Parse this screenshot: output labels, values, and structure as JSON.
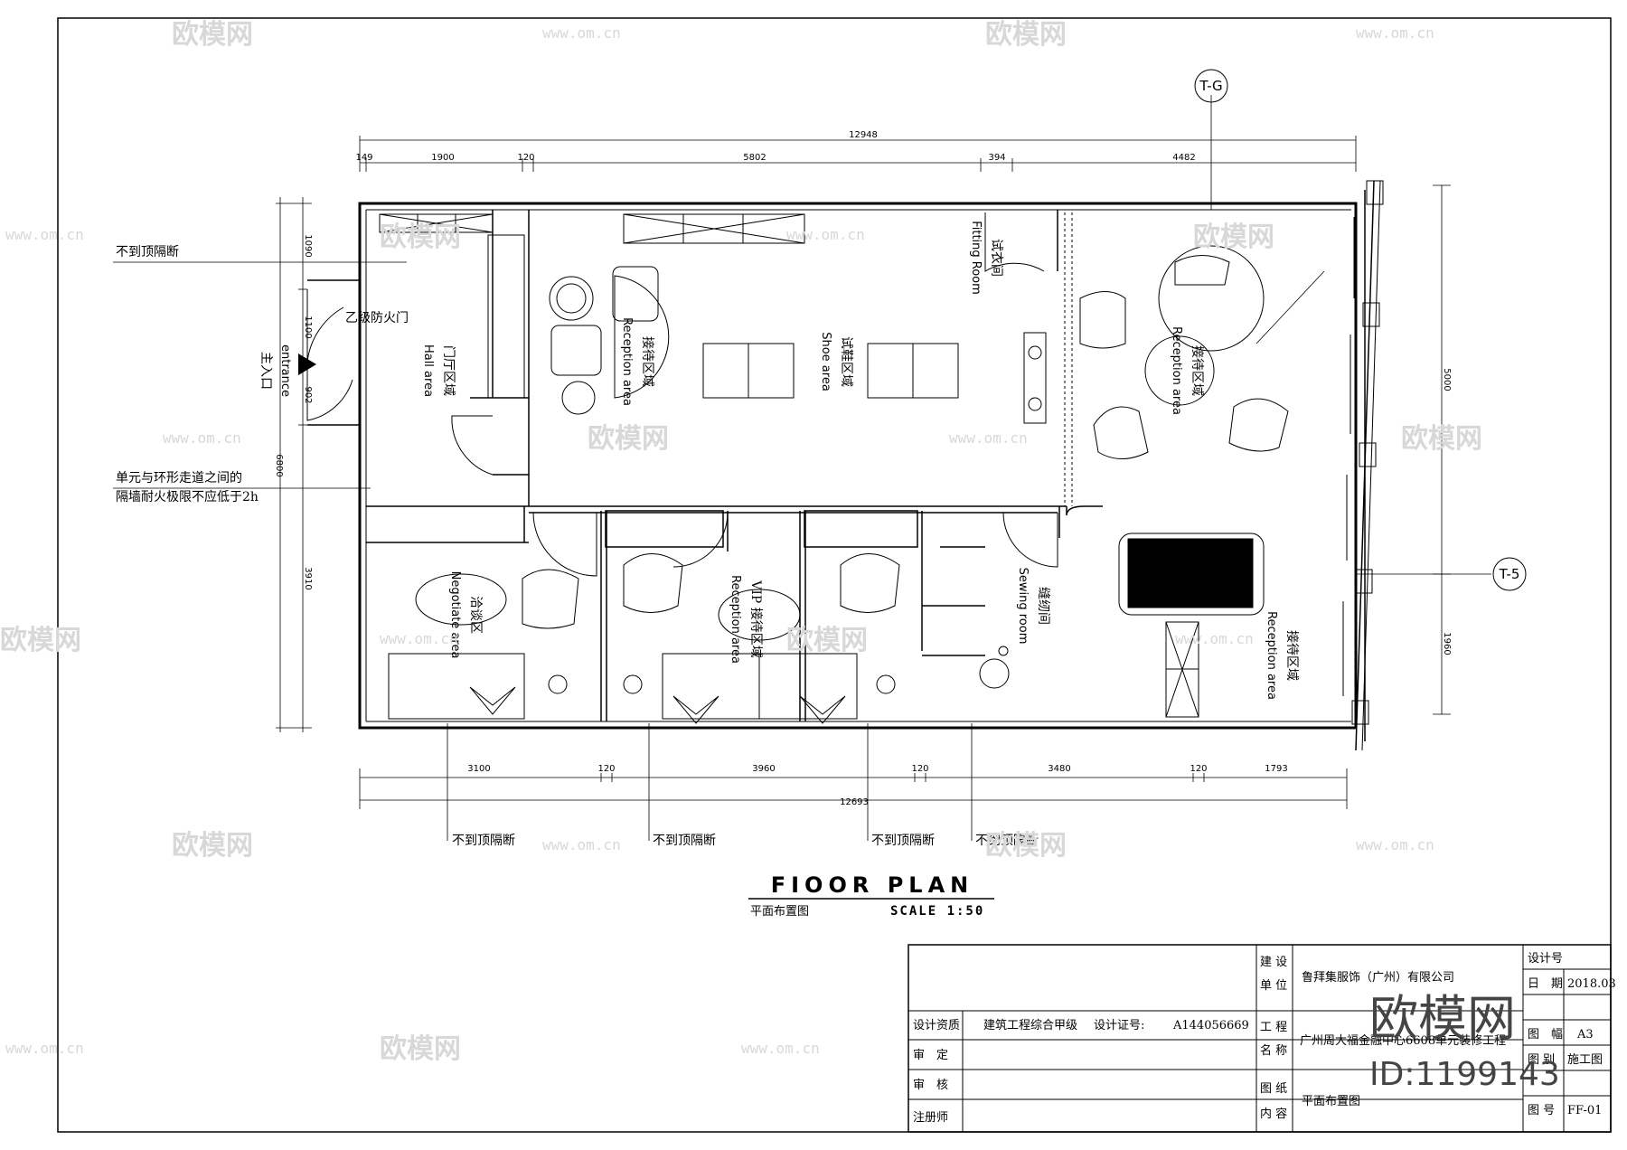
{
  "drawing": {
    "title": "FIOOR PLAN",
    "subtitle": "平面布置图",
    "scale": "SCALE 1:50",
    "axis_markers": [
      "T-G",
      "T-5"
    ]
  },
  "rooms": {
    "fitting": {
      "cn": "试衣间",
      "en": "Fitting Room"
    },
    "reception_1": {
      "cn": "接待区域",
      "en": "Reception area"
    },
    "shoe": {
      "cn": "试鞋区域",
      "en": "Shoe area"
    },
    "reception_2": {
      "cn": "接待区域",
      "en": "Reception area"
    },
    "hall": {
      "cn": "门厅区域",
      "en": "Hall area"
    },
    "fire_door": "乙级防火门",
    "negotiate": {
      "cn": "洽谈区",
      "en": "Negotiate area"
    },
    "vip": {
      "cn": "VIP 接待区域",
      "en": "Reception area"
    },
    "sewing": {
      "cn": "缝纫间",
      "en": "Sewing room"
    },
    "reception_3": {
      "cn": "接待区域",
      "en": "Reception area"
    },
    "entrance": {
      "cn": "主入口",
      "en": "entrance"
    }
  },
  "notes": {
    "partition_top": "不到顶隔断",
    "fire_wall_1": "单元与环形走道之间的",
    "fire_wall_2": "隔墙耐火极限不应低于2h",
    "partition_bottom": [
      "不到顶隔断",
      "不到顶隔断",
      "不到顶隔断",
      "不到顶隔断"
    ]
  },
  "dimensions": {
    "top_total": "12948",
    "top": [
      "149",
      "1900",
      "120",
      "5802",
      "394",
      "4482"
    ],
    "left": [
      "1090",
      "1100",
      "902",
      "6800",
      "3910"
    ],
    "right": [
      "5000",
      "1960"
    ],
    "bottom": [
      "3100",
      "120",
      "3960",
      "120",
      "3480",
      "120",
      "1793"
    ],
    "bottom_total": "12693"
  },
  "title_block": {
    "design_qualification_label": "设计资质",
    "design_qualification_value": "建筑工程综合甲级",
    "certificate_label": "设计证号:",
    "certificate_value": "A144056669",
    "review_label": "审　定",
    "check_label": "审　核",
    "registered_label": "注册师",
    "client_label_1": "建 设",
    "client_label_2": "单 位",
    "client_value": "鲁拜集服饰（广州）有限公司",
    "project_label_1": "工 程",
    "project_label_2": "名 称",
    "project_value": "广州周大福金融中心6608单元装修工程",
    "content_label_1": "图 纸",
    "content_label_2": "内 容",
    "content_value": "平面布置图",
    "design_no_label": "设计号",
    "date_label": "日　期",
    "date_value": "2018.03",
    "size_label": "图　幅",
    "size_value": "A3",
    "drawing_type_label": "图 别",
    "drawing_type_value": "施工图",
    "drawing_no_label": "图 号",
    "drawing_no_value": "FF-01"
  },
  "watermark": {
    "brand": "欧模网",
    "url": "www.om.cn",
    "id": "ID:1199143"
  }
}
